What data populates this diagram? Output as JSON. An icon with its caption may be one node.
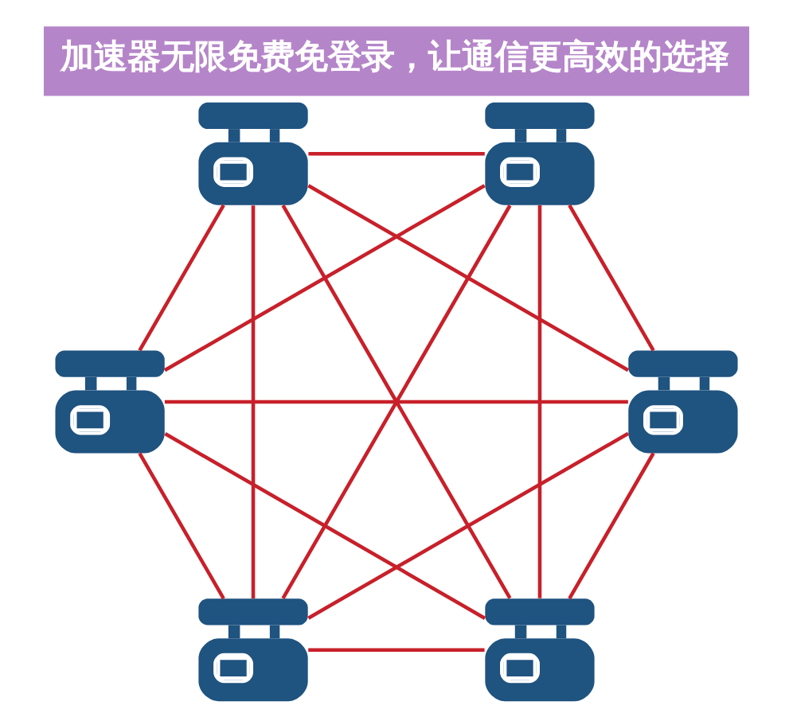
{
  "diagram": {
    "title": "加速器无限免费免登录，让通信更高效的选择",
    "nodes": [
      {
        "text": [],
        "shape": "telephone"
      },
      {
        "text": [],
        "shape": "telephone"
      },
      {
        "text": [],
        "shape": "telephone"
      },
      {
        "text": [],
        "shape": "telephone"
      },
      {
        "text": [],
        "shape": "telephone"
      },
      {
        "text": [],
        "shape": "telephone"
      }
    ],
    "edges": [
      {
        "from": 0,
        "to": 1,
        "arrow": "none"
      },
      {
        "from": 0,
        "to": 2,
        "arrow": "none"
      },
      {
        "from": 0,
        "to": 3,
        "arrow": "none"
      },
      {
        "from": 0,
        "to": 4,
        "arrow": "none"
      },
      {
        "from": 0,
        "to": 5,
        "arrow": "none"
      },
      {
        "from": 1,
        "to": 2,
        "arrow": "none"
      },
      {
        "from": 1,
        "to": 3,
        "arrow": "none"
      },
      {
        "from": 1,
        "to": 4,
        "arrow": "none"
      },
      {
        "from": 1,
        "to": 5,
        "arrow": "none"
      },
      {
        "from": 2,
        "to": 3,
        "arrow": "none"
      },
      {
        "from": 2,
        "to": 4,
        "arrow": "none"
      },
      {
        "from": 2,
        "to": 5,
        "arrow": "none"
      },
      {
        "from": 3,
        "to": 4,
        "arrow": "none"
      },
      {
        "from": 3,
        "to": 5,
        "arrow": "none"
      },
      {
        "from": 4,
        "to": 5,
        "arrow": "none"
      }
    ]
  }
}
